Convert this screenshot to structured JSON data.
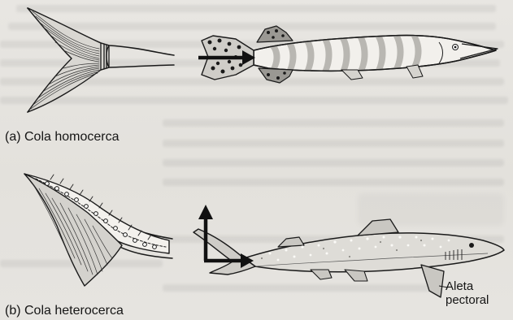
{
  "figure": {
    "panel_a": {
      "caption": "(a) Cola homocerca"
    },
    "panel_b": {
      "caption": "(b) Cola heterocerca",
      "callout_line1": "Aleta",
      "callout_line2": "pectoral"
    }
  },
  "colors": {
    "ink": "#151515",
    "paper": "#e5e3df"
  }
}
